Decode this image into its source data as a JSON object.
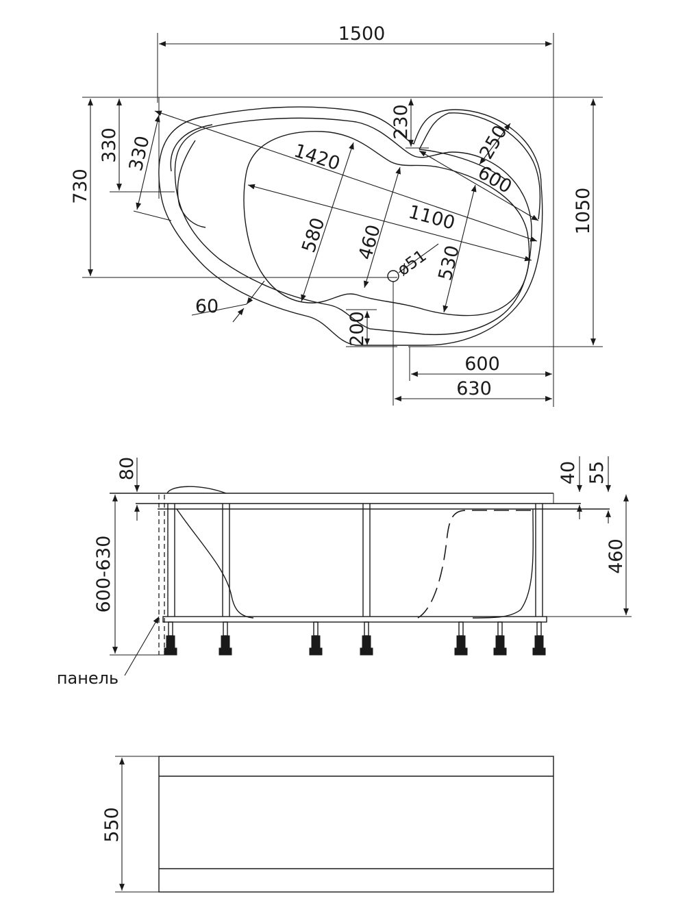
{
  "top_view": {
    "width_1500": "1500",
    "depth_1050": "1050",
    "depth_730": "730",
    "side_330a": "330",
    "side_330b": "330",
    "notch_230": "230",
    "diag_250": "250",
    "diag_600": "600",
    "diag_1420": "1420",
    "diag_1100": "1100",
    "inner_580": "580",
    "inner_460": "460",
    "inner_530": "530",
    "drain": "ø51",
    "rim_60": "60",
    "notch_200": "200",
    "bottom_600": "600",
    "bottom_630": "630"
  },
  "side_view": {
    "rim_80": "80",
    "rim_40": "40",
    "rim_55": "55",
    "height_600_630": "600-630",
    "depth_460": "460",
    "panel_label": "панель"
  },
  "panel_view": {
    "height_550": "550"
  }
}
